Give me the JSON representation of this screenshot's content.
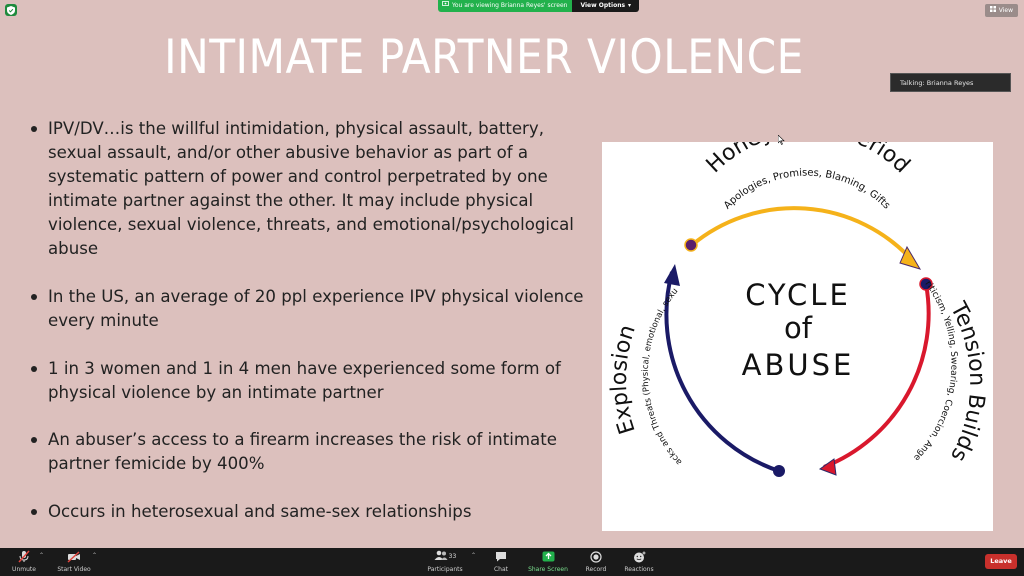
{
  "share_banner": {
    "viewing_text": "You are viewing Brianna Reyes' screen",
    "view_options_label": "View Options"
  },
  "view_button_label": "View",
  "talking_indicator": "Talking: Brianna Reyes",
  "slide": {
    "title": "INTIMATE PARTNER VIOLENCE",
    "bullets": [
      "IPV/DV…is the willful intimidation, physical assault, battery, sexual assault, and/or other abusive behavior as part of a systematic pattern of power and control perpetrated by one intimate partner against the other. It may include physical violence, sexual violence, threats, and emotional/psychological abuse",
      "In the US, an average of 20 ppl experience IPV physical violence every minute",
      "1 in 3 women and 1 in 4 men have experienced some form of physical violence by an intimate partner",
      "An abuser’s access to a firearm increases the risk of intimate partner femicide by 400%",
      "Occurs in heterosexual and same-sex relationships"
    ],
    "cycle": {
      "center_line1": "CYCLE",
      "center_line2": "of",
      "center_line3": "ABUSE",
      "honeymoon_title": "Honeymoon Period",
      "honeymoon_sub": "Apologies, Promises, Blaming, Gifts",
      "tension_title": "Tension Builds",
      "tension_sub": "Criticism, Yelling, Swearing, Coercion, Anger",
      "explosion_title": "Explosion",
      "explosion_sub": "Attacks and Threats (Physical, emotional, sexual)"
    }
  },
  "toolbar": {
    "unmute": "Unmute",
    "start_video": "Start Video",
    "participants": "Participants",
    "participants_count": "33",
    "chat": "Chat",
    "share_screen": "Share Screen",
    "record": "Record",
    "reactions": "Reactions",
    "leave": "Leave"
  },
  "colors": {
    "slide_bg": "#dcc0bd",
    "honeymoon_arrow": "#f5b21a",
    "tension_arrow": "#d9182d",
    "explosion_arrow": "#1a1a66",
    "share_green": "#22b14c",
    "leave_red": "#c8302c"
  }
}
